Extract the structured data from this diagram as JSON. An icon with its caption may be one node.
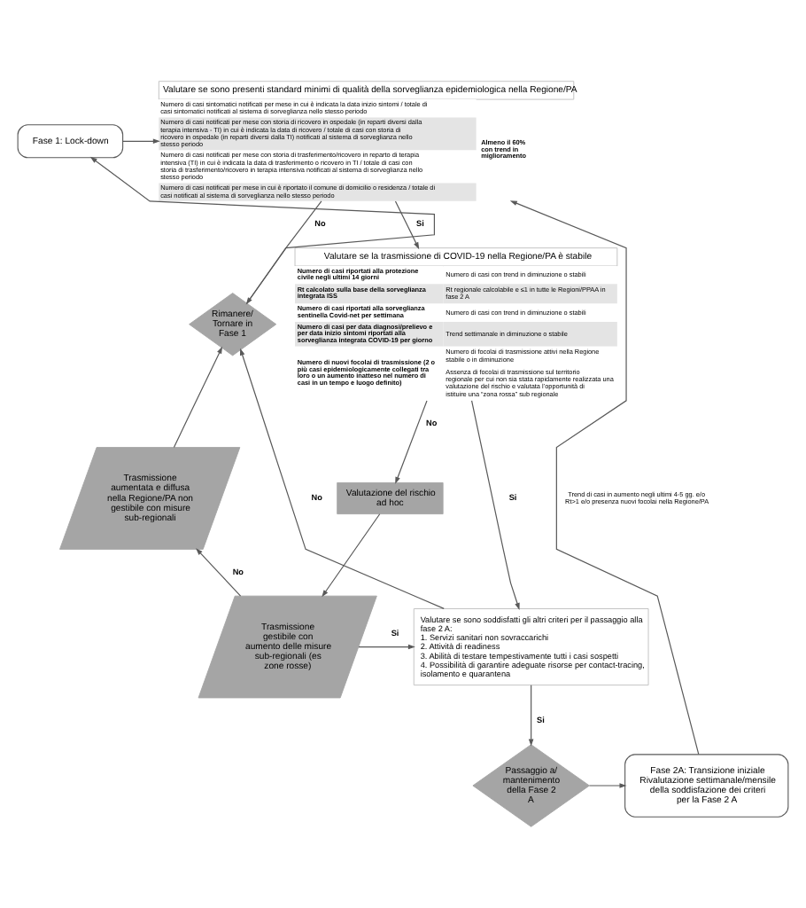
{
  "diagram": {
    "nodes": [
      {
        "text": [
          "Valutare se sono presenti standard minimi di qualità della sorveglianza epidemiologica nella Regione/PA",
          "Numero di casi sintomatici notificati per mese in cui è indicata la data inizio sintomi / totale di casi sintomatici notificati al sistema di sorveglianza nello stesso periodo",
          "Numero di casi notificati per mese con storia di ricovero in ospedale (in reparti diversi dalla terapia intensiva - TI) in cui è indicata la data di ricovero / totale di casi con storia di ricovero in ospedale (in reparti diversi dalla TI) notificati al sistema di sorveglianza nello stesso periodo",
          "Numero di casi notificati per mese con storia di trasferimento/ricovero in reparto di terapia intensiva (TI) in cui è indicata la data di trasferimento o ricovero in TI / totale di casi con storia di trasferimento/ricovero in terapia intensiva notificati al sistema di sorveglianza nello stesso periodo",
          "Numero di casi notificati per mese in cui è riportato il comune di domicilio o residenza / totale di casi notificati al sistema di sorveglianza nello stesso periodo",
          "Almeno il 60% con trend in miglioramento"
        ]
      },
      {
        "text": [
          "Fase 1: Lock-down"
        ]
      },
      {
        "text": [
          "Rimanere/ Tornare in Fase 1"
        ]
      },
      {
        "text": [
          "Valutare se la trasmissione di COVID-19 nella Regione/PA è stabile",
          "Numero di casi riportati alla protezione civile negli ultimi 14 giorni",
          "Numero di casi con trend in diminuzione o stabili",
          "Rt calcolato sulla base della sorveglianza integrata ISS",
          "Rt regionale calcolabile e ≤1 in tutte le Regioni/PPAA in fase 2 A",
          "Numero di casi riportati alla sorveglianza sentinella Covid-net per settimana",
          "Numero di casi con trend in diminuzione o stabili",
          "Numero di casi per data diagnosi/prelievo e per data inizio sintomi riportati alla sorveglianza integrata COVID-19 per giorno",
          "Trend settimanale in diminuzione o stabile",
          "Numero di nuovi focolai di trasmissione (2 o più casi epidemiologicamente collegati tra loro o un aumento inatteso nel numero di casi in un tempo e luogo definito)",
          "Numero di focolai di trasmissione attivi nella Regione stabile o in diminuzione",
          "Assenza di focolai di trasmissione sul territorio regionale per cui non sia stata rapidamente realizzata una valutazione del rischio e valutata l’opportunità di istituire una “zona rossa” sub regionale"
        ]
      },
      {
        "text": [
          "Trasmissione aumentata e diffusa nella Regione/PA non gestibile con misure sub-regionali"
        ]
      },
      {
        "text": [
          "Valutazione del rischio ad hoc"
        ]
      },
      {
        "text": [
          "Trasmissione gestibile con aumento delle misure sub-regionali (es zone rosse)"
        ]
      },
      {
        "text": [
          "Valutare se sono soddisfatti gli altri criteri per il passaggio alla fase 2 A:",
          "1. Servizi sanitari non sovraccarichi",
          "2. Attività di readiness",
          "3. Abilità di testare tempestivamente tutti i casi sospetti",
          "4. Possibilità di garantire adeguate risorse per contact-tracing, isolamento e quarantena"
        ]
      },
      {
        "text": [
          "Passaggio a/ mantenimento della Fase 2 A"
        ]
      },
      {
        "text": [
          "Fase 2A: Transizione iniziale",
          "Rivalutazione settimanale/mensile della soddisfazione dei criteri per la Fase 2 A"
        ]
      }
    ],
    "edges": [
      {
        "from": 1,
        "to": 0,
        "arrow": "to"
      },
      {
        "from": 9,
        "to": 0,
        "arrow": "to"
      },
      {
        "from": 0,
        "to": 2,
        "arrow": "to",
        "label": "No"
      },
      {
        "from": 0,
        "to": 3,
        "arrow": "to",
        "label": "Si"
      },
      {
        "from": 2,
        "to": 1,
        "arrow": "to"
      },
      {
        "from": 3,
        "to": 5,
        "arrow": "to",
        "label": "No"
      },
      {
        "from": 3,
        "to": 7,
        "arrow": "to",
        "label": "Si"
      },
      {
        "from": 4,
        "to": 2,
        "arrow": "to"
      },
      {
        "from": 5,
        "to": 6,
        "arrow": "to"
      },
      {
        "from": 6,
        "to": 4,
        "arrow": "to",
        "label": "No"
      },
      {
        "from": 6,
        "to": 7,
        "arrow": "to",
        "label": "Si"
      },
      {
        "from": 7,
        "to": 2,
        "arrow": "to",
        "label": "No"
      },
      {
        "from": 7,
        "to": 8,
        "arrow": "to",
        "label": "Si"
      },
      {
        "from": 8,
        "to": 9,
        "arrow": "to"
      }
    ],
    "labels": [
      "Trend di casi in aumento negli ultimi 4-5 gg. e/o Rt>1 e/o presenza nuovi focolai nella Regione/PA"
    ]
  }
}
